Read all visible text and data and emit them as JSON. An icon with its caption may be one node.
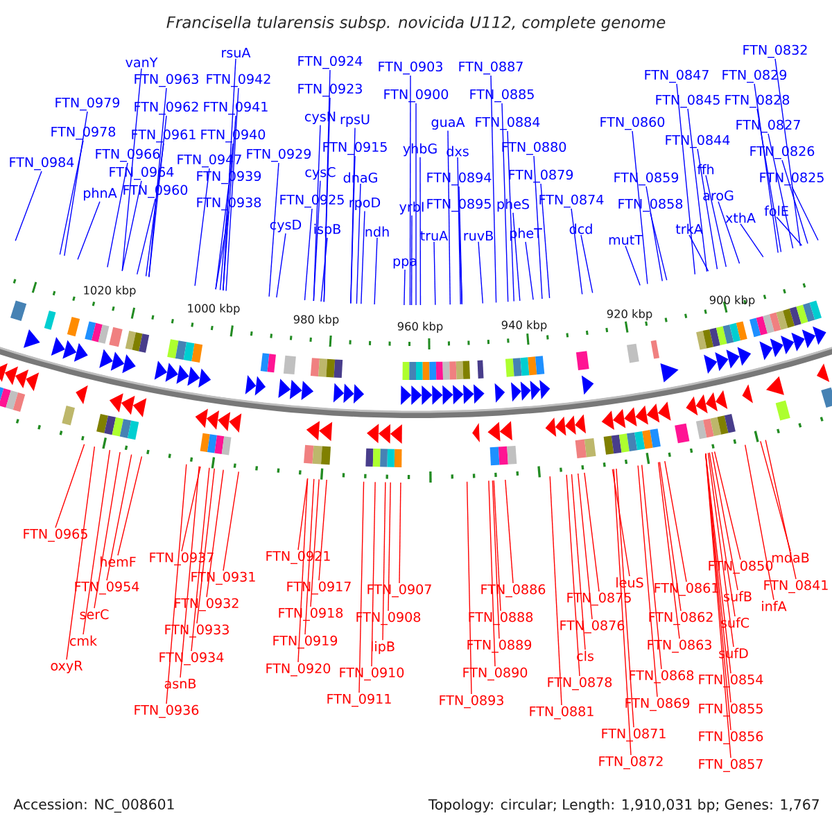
{
  "diagram": {
    "title": "Francisella tularensis subsp. novicida U112, complete genome",
    "nodes": [
      {
        "text": [
          "FTN_0984"
        ]
      },
      {
        "text": [
          "FTN_0979"
        ]
      },
      {
        "text": [
          "FTN_0978"
        ]
      },
      {
        "text": [
          "vanY"
        ]
      },
      {
        "text": [
          "FTN_0963"
        ]
      },
      {
        "text": [
          "FTN_0962"
        ]
      },
      {
        "text": [
          "FTN_0961"
        ]
      },
      {
        "text": [
          "FTN_0966"
        ]
      },
      {
        "text": [
          "FTN_0964"
        ]
      },
      {
        "text": [
          "phnA"
        ]
      },
      {
        "text": [
          "FTN_0960"
        ]
      },
      {
        "text": [
          "rsuA"
        ]
      },
      {
        "text": [
          "FTN_0942"
        ]
      },
      {
        "text": [
          "FTN_0941"
        ]
      },
      {
        "text": [
          "FTN_0940"
        ]
      },
      {
        "text": [
          "FTN_0947"
        ]
      },
      {
        "text": [
          "FTN_0939"
        ]
      },
      {
        "text": [
          "FTN_0938"
        ]
      },
      {
        "text": [
          "FTN_0929"
        ]
      },
      {
        "text": [
          "cysN"
        ]
      },
      {
        "text": [
          "cysC"
        ]
      },
      {
        "text": [
          "FTN_0925"
        ]
      },
      {
        "text": [
          "cysD"
        ]
      },
      {
        "text": [
          "ispB"
        ]
      },
      {
        "text": [
          "FTN_0924"
        ]
      },
      {
        "text": [
          "FTN_0923"
        ]
      },
      {
        "text": [
          "rpsU"
        ]
      },
      {
        "text": [
          "FTN_0915"
        ]
      },
      {
        "text": [
          "dnaG"
        ]
      },
      {
        "text": [
          "rpoD"
        ]
      },
      {
        "text": [
          "ndh"
        ]
      },
      {
        "text": [
          "FTN_0903"
        ]
      },
      {
        "text": [
          "FTN_0900"
        ]
      },
      {
        "text": [
          "yhbG"
        ]
      },
      {
        "text": [
          "guaA"
        ]
      },
      {
        "text": [
          "dxs"
        ]
      },
      {
        "text": [
          "yrbI"
        ]
      },
      {
        "text": [
          "FTN_0894"
        ]
      },
      {
        "text": [
          "FTN_0895"
        ]
      },
      {
        "text": [
          "truA"
        ]
      },
      {
        "text": [
          "ruvB"
        ]
      },
      {
        "text": [
          "ppa"
        ]
      },
      {
        "text": [
          "FTN_0887"
        ]
      },
      {
        "text": [
          "FTN_0885"
        ]
      },
      {
        "text": [
          "FTN_0884"
        ]
      },
      {
        "text": [
          "FTN_0880"
        ]
      },
      {
        "text": [
          "FTN_0879"
        ]
      },
      {
        "text": [
          "pheS"
        ]
      },
      {
        "text": [
          "pheT"
        ]
      },
      {
        "text": [
          "FTN_0874"
        ]
      },
      {
        "text": [
          "dcd"
        ]
      },
      {
        "text": [
          "mutT"
        ]
      },
      {
        "text": [
          "FTN_0860"
        ]
      },
      {
        "text": [
          "FTN_0859"
        ]
      },
      {
        "text": [
          "FTN_0858"
        ]
      },
      {
        "text": [
          "FTN_0847"
        ]
      },
      {
        "text": [
          "FTN_0845"
        ]
      },
      {
        "text": [
          "FTN_0844"
        ]
      },
      {
        "text": [
          "ffh"
        ]
      },
      {
        "text": [
          "trkA"
        ]
      },
      {
        "text": [
          "aroG"
        ]
      },
      {
        "text": [
          "xthA"
        ]
      },
      {
        "text": [
          "FTN_0832"
        ]
      },
      {
        "text": [
          "FTN_0829"
        ]
      },
      {
        "text": [
          "FTN_0828"
        ]
      },
      {
        "text": [
          "FTN_0827"
        ]
      },
      {
        "text": [
          "FTN_0826"
        ]
      },
      {
        "text": [
          "FTN_0825"
        ]
      },
      {
        "text": [
          "folE"
        ]
      },
      {
        "text": [
          "FTN_0965"
        ]
      },
      {
        "text": [
          "hemF"
        ]
      },
      {
        "text": [
          "FTN_0954"
        ]
      },
      {
        "text": [
          "serC"
        ]
      },
      {
        "text": [
          "cmk"
        ]
      },
      {
        "text": [
          "oxyR"
        ]
      },
      {
        "text": [
          "FTN_0937"
        ]
      },
      {
        "text": [
          "FTN_0931"
        ]
      },
      {
        "text": [
          "FTN_0932"
        ]
      },
      {
        "text": [
          "FTN_0933"
        ]
      },
      {
        "text": [
          "FTN_0934"
        ]
      },
      {
        "text": [
          "asnB"
        ]
      },
      {
        "text": [
          "FTN_0936"
        ]
      },
      {
        "text": [
          "FTN_0921"
        ]
      },
      {
        "text": [
          "FTN_0917"
        ]
      },
      {
        "text": [
          "FTN_0918"
        ]
      },
      {
        "text": [
          "FTN_0919"
        ]
      },
      {
        "text": [
          "FTN_0920"
        ]
      },
      {
        "text": [
          "FTN_0907"
        ]
      },
      {
        "text": [
          "FTN_0908"
        ]
      },
      {
        "text": [
          "lipB"
        ]
      },
      {
        "text": [
          "FTN_0910"
        ]
      },
      {
        "text": [
          "FTN_0911"
        ]
      },
      {
        "text": [
          "FTN_0886"
        ]
      },
      {
        "text": [
          "FTN_0888"
        ]
      },
      {
        "text": [
          "FTN_0889"
        ]
      },
      {
        "text": [
          "FTN_0890"
        ]
      },
      {
        "text": [
          "FTN_0893"
        ]
      },
      {
        "text": [
          "FTN_0875"
        ]
      },
      {
        "text": [
          "leuS"
        ]
      },
      {
        "text": [
          "FTN_0876"
        ]
      },
      {
        "text": [
          "cls"
        ]
      },
      {
        "text": [
          "FTN_0878"
        ]
      },
      {
        "text": [
          "FTN_0881"
        ]
      },
      {
        "text": [
          "FTN_0868"
        ]
      },
      {
        "text": [
          "FTN_0869"
        ]
      },
      {
        "text": [
          "FTN_0871"
        ]
      },
      {
        "text": [
          "FTN_0872"
        ]
      },
      {
        "text": [
          "FTN_0861"
        ]
      },
      {
        "text": [
          "FTN_0862"
        ]
      },
      {
        "text": [
          "FTN_0863"
        ]
      },
      {
        "text": [
          "FTN_0850"
        ]
      },
      {
        "text": [
          "sufB"
        ]
      },
      {
        "text": [
          "sufC"
        ]
      },
      {
        "text": [
          "sufD"
        ]
      },
      {
        "text": [
          "FTN_0854"
        ]
      },
      {
        "text": [
          "FTN_0855"
        ]
      },
      {
        "text": [
          "FTN_0856"
        ]
      },
      {
        "text": [
          "FTN_0857"
        ]
      },
      {
        "text": [
          "mdaB"
        ]
      },
      {
        "text": [
          "FTN_0841"
        ]
      },
      {
        "text": [
          "infA"
        ]
      }
    ],
    "edges": [
      {
        "from": 0,
        "to": null,
        "arrow": "none"
      },
      {
        "from": 1,
        "to": null,
        "arrow": "none"
      },
      {
        "from": 2,
        "to": null,
        "arrow": "none"
      },
      {
        "from": 3,
        "to": null,
        "arrow": "none"
      },
      {
        "from": 4,
        "to": null,
        "arrow": "none"
      },
      {
        "from": 5,
        "to": null,
        "arrow": "none"
      },
      {
        "from": 6,
        "to": null,
        "arrow": "none"
      },
      {
        "from": 7,
        "to": null,
        "arrow": "none"
      },
      {
        "from": 8,
        "to": null,
        "arrow": "none"
      },
      {
        "from": 9,
        "to": null,
        "arrow": "none"
      },
      {
        "from": 10,
        "to": null,
        "arrow": "none"
      },
      {
        "from": 11,
        "to": null,
        "arrow": "none"
      },
      {
        "from": 12,
        "to": null,
        "arrow": "none"
      },
      {
        "from": 13,
        "to": null,
        "arrow": "none"
      },
      {
        "from": 14,
        "to": null,
        "arrow": "none"
      },
      {
        "from": 15,
        "to": null,
        "arrow": "none"
      },
      {
        "from": 16,
        "to": null,
        "arrow": "none"
      },
      {
        "from": 17,
        "to": null,
        "arrow": "none"
      },
      {
        "from": 18,
        "to": null,
        "arrow": "none"
      },
      {
        "from": 19,
        "to": null,
        "arrow": "none"
      },
      {
        "from": 20,
        "to": null,
        "arrow": "none"
      },
      {
        "from": 21,
        "to": null,
        "arrow": "none"
      },
      {
        "from": 22,
        "to": null,
        "arrow": "none"
      },
      {
        "from": 23,
        "to": null,
        "arrow": "none"
      },
      {
        "from": 24,
        "to": null,
        "arrow": "none"
      },
      {
        "from": 25,
        "to": null,
        "arrow": "none"
      },
      {
        "from": 26,
        "to": null,
        "arrow": "none"
      },
      {
        "from": 27,
        "to": null,
        "arrow": "none"
      },
      {
        "from": 28,
        "to": null,
        "arrow": "none"
      },
      {
        "from": 29,
        "to": null,
        "arrow": "none"
      },
      {
        "from": 30,
        "to": null,
        "arrow": "none"
      },
      {
        "from": 31,
        "to": null,
        "arrow": "none"
      },
      {
        "from": 32,
        "to": null,
        "arrow": "none"
      },
      {
        "from": 33,
        "to": null,
        "arrow": "none"
      },
      {
        "from": 34,
        "to": null,
        "arrow": "none"
      },
      {
        "from": 35,
        "to": null,
        "arrow": "none"
      },
      {
        "from": 36,
        "to": null,
        "arrow": "none"
      },
      {
        "from": 37,
        "to": null,
        "arrow": "none"
      },
      {
        "from": 38,
        "to": null,
        "arrow": "none"
      },
      {
        "from": 39,
        "to": null,
        "arrow": "none"
      },
      {
        "from": 40,
        "to": null,
        "arrow": "none"
      },
      {
        "from": 41,
        "to": null,
        "arrow": "none"
      },
      {
        "from": 42,
        "to": null,
        "arrow": "none"
      },
      {
        "from": 43,
        "to": null,
        "arrow": "none"
      },
      {
        "from": 44,
        "to": null,
        "arrow": "none"
      },
      {
        "from": 45,
        "to": null,
        "arrow": "none"
      },
      {
        "from": 46,
        "to": null,
        "arrow": "none"
      },
      {
        "from": 47,
        "to": null,
        "arrow": "none"
      },
      {
        "from": 48,
        "to": null,
        "arrow": "none"
      },
      {
        "from": 49,
        "to": null,
        "arrow": "none"
      },
      {
        "from": 50,
        "to": null,
        "arrow": "none"
      },
      {
        "from": 51,
        "to": null,
        "arrow": "none"
      },
      {
        "from": 52,
        "to": null,
        "arrow": "none"
      },
      {
        "from": 53,
        "to": null,
        "arrow": "none"
      },
      {
        "from": 54,
        "to": null,
        "arrow": "none"
      },
      {
        "from": 55,
        "to": null,
        "arrow": "none"
      },
      {
        "from": 56,
        "to": null,
        "arrow": "none"
      },
      {
        "from": 57,
        "to": null,
        "arrow": "none"
      },
      {
        "from": 58,
        "to": null,
        "arrow": "none"
      },
      {
        "from": 59,
        "to": null,
        "arrow": "none"
      },
      {
        "from": 60,
        "to": null,
        "arrow": "none"
      },
      {
        "from": 61,
        "to": null,
        "arrow": "none"
      },
      {
        "from": 62,
        "to": null,
        "arrow": "none"
      },
      {
        "from": 63,
        "to": null,
        "arrow": "none"
      },
      {
        "from": 64,
        "to": null,
        "arrow": "none"
      },
      {
        "from": 65,
        "to": null,
        "arrow": "none"
      },
      {
        "from": 66,
        "to": null,
        "arrow": "none"
      },
      {
        "from": 67,
        "to": null,
        "arrow": "none"
      },
      {
        "from": 68,
        "to": null,
        "arrow": "none"
      },
      {
        "from": 69,
        "to": null,
        "arrow": "none",
        "color": "#ff0000"
      },
      {
        "from": 70,
        "to": null,
        "arrow": "none",
        "color": "#ff0000"
      },
      {
        "from": 71,
        "to": null,
        "arrow": "none",
        "color": "#ff0000"
      },
      {
        "from": 72,
        "to": null,
        "arrow": "none",
        "color": "#ff0000"
      },
      {
        "from": 73,
        "to": null,
        "arrow": "none",
        "color": "#ff0000"
      },
      {
        "from": 74,
        "to": null,
        "arrow": "none",
        "color": "#ff0000"
      },
      {
        "from": 75,
        "to": null,
        "arrow": "none",
        "color": "#ff0000"
      },
      {
        "from": 76,
        "to": null,
        "arrow": "none",
        "color": "#ff0000"
      },
      {
        "from": 77,
        "to": null,
        "arrow": "none",
        "color": "#ff0000"
      },
      {
        "from": 78,
        "to": null,
        "arrow": "none",
        "color": "#ff0000"
      },
      {
        "from": 79,
        "to": null,
        "arrow": "none",
        "color": "#ff0000"
      },
      {
        "from": 80,
        "to": null,
        "arrow": "none",
        "color": "#ff0000"
      },
      {
        "from": 81,
        "to": null,
        "arrow": "none",
        "color": "#ff0000"
      },
      {
        "from": 82,
        "to": null,
        "arrow": "none",
        "color": "#ff0000"
      },
      {
        "from": 83,
        "to": null,
        "arrow": "none",
        "color": "#ff0000"
      },
      {
        "from": 84,
        "to": null,
        "arrow": "none",
        "color": "#ff0000"
      },
      {
        "from": 85,
        "to": null,
        "arrow": "none",
        "color": "#ff0000"
      },
      {
        "from": 86,
        "to": null,
        "arrow": "none",
        "color": "#ff0000"
      },
      {
        "from": 87,
        "to": null,
        "arrow": "none",
        "color": "#ff0000"
      },
      {
        "from": 88,
        "to": null,
        "arrow": "none",
        "color": "#ff0000"
      },
      {
        "from": 89,
        "to": null,
        "arrow": "none",
        "color": "#ff0000"
      },
      {
        "from": 90,
        "to": null,
        "arrow": "none",
        "color": "#ff0000"
      },
      {
        "from": 91,
        "to": null,
        "arrow": "none",
        "color": "#ff0000"
      },
      {
        "from": 92,
        "to": null,
        "arrow": "none",
        "color": "#ff0000"
      },
      {
        "from": 93,
        "to": null,
        "arrow": "none",
        "color": "#ff0000"
      },
      {
        "from": 94,
        "to": null,
        "arrow": "none",
        "color": "#ff0000"
      },
      {
        "from": 95,
        "to": null,
        "arrow": "none",
        "color": "#ff0000"
      },
      {
        "from": 96,
        "to": null,
        "arrow": "none",
        "color": "#ff0000"
      },
      {
        "from": 97,
        "to": null,
        "arrow": "none",
        "color": "#ff0000"
      },
      {
        "from": 98,
        "to": null,
        "arrow": "none",
        "color": "#ff0000"
      },
      {
        "from": 99,
        "to": null,
        "arrow": "none",
        "color": "#ff0000"
      },
      {
        "from": 100,
        "to": null,
        "arrow": "none",
        "color": "#ff0000"
      },
      {
        "from": 101,
        "to": null,
        "arrow": "none",
        "color": "#ff0000"
      },
      {
        "from": 102,
        "to": null,
        "arrow": "none",
        "color": "#ff0000"
      },
      {
        "from": 103,
        "to": null,
        "arrow": "none",
        "color": "#ff0000"
      },
      {
        "from": 104,
        "to": null,
        "arrow": "none",
        "color": "#ff0000"
      },
      {
        "from": 105,
        "to": null,
        "arrow": "none",
        "color": "#ff0000"
      },
      {
        "from": 106,
        "to": null,
        "arrow": "none",
        "color": "#ff0000"
      },
      {
        "from": 107,
        "to": null,
        "arrow": "none",
        "color": "#ff0000"
      },
      {
        "from": 108,
        "to": null,
        "arrow": "none",
        "color": "#ff0000"
      },
      {
        "from": 109,
        "to": null,
        "arrow": "none",
        "color": "#ff0000"
      },
      {
        "from": 110,
        "to": null,
        "arrow": "none",
        "color": "#ff0000"
      },
      {
        "from": 111,
        "to": null,
        "arrow": "none",
        "color": "#ff0000"
      },
      {
        "from": 112,
        "to": null,
        "arrow": "none",
        "color": "#ff0000"
      },
      {
        "from": 113,
        "to": null,
        "arrow": "none",
        "color": "#ff0000"
      },
      {
        "from": 114,
        "to": null,
        "arrow": "none",
        "color": "#ff0000"
      },
      {
        "from": 115,
        "to": null,
        "arrow": "none",
        "color": "#ff0000"
      },
      {
        "from": 116,
        "to": null,
        "arrow": "none",
        "color": "#ff0000"
      },
      {
        "from": 117,
        "to": null,
        "arrow": "none",
        "color": "#ff0000"
      },
      {
        "from": 118,
        "to": null,
        "arrow": "none",
        "color": "#ff0000"
      },
      {
        "from": 119,
        "to": null,
        "arrow": "none",
        "color": "#ff0000"
      },
      {
        "from": 120,
        "to": null,
        "arrow": "none",
        "color": "#ff0000"
      }
    ],
    "labels": [
      "1020 kbp",
      "1000 kbp",
      "980 kbp",
      "960 kbp",
      "940 kbp",
      "920 kbp",
      "900 kbp",
      "Accession: NC_008601",
      "Topology: circular; Length: 1,910,031 bp; Genes: 1,767"
    ]
  }
}
